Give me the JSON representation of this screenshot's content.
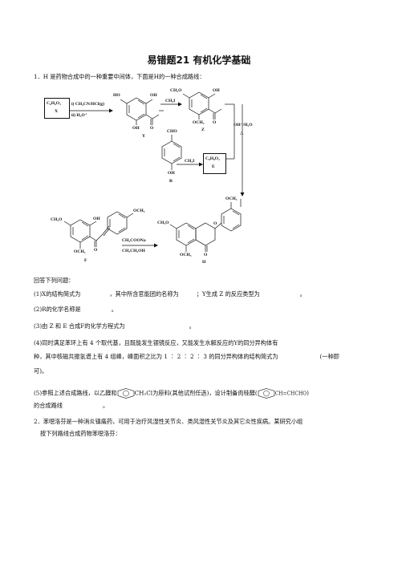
{
  "title": "易错题21  有机化学基础",
  "question1": {
    "intro": "1．H 是药物合成中的一种重要中间体，下面是H的一种合成路线：",
    "compound_X": {
      "formula": "C₆H₆O₃",
      "label": "X"
    },
    "step1_reagents": {
      "line1": "i) CH₃CN/HCl(g)",
      "line2": "ii) H₃O⁺"
    },
    "compound_Y": {
      "label": "Y",
      "groups": [
        "HO",
        "OH",
        "OH",
        "O"
      ]
    },
    "step2_reagent": "CH₃I",
    "compound_Z": {
      "label": "Z",
      "groups": [
        "CH₃O",
        "OH",
        "OCH₃",
        "O"
      ]
    },
    "step3_reagents": {
      "line1": "OH⁻/H₂O",
      "line2": "△"
    },
    "compound_R": {
      "label": "R",
      "groups": [
        "CHO",
        "OH"
      ]
    },
    "step4_reagent": "CH₃I",
    "compound_E": {
      "formula": "C₈H₈O₂",
      "label": "E"
    },
    "compound_F": {
      "label": "F",
      "groups": [
        "CH₃O",
        "OH",
        "OCH₃",
        "O",
        "OCH₃"
      ]
    },
    "step5_reagents": {
      "line1": "CH₃COONa",
      "line2": "CH₃CH₂OH"
    },
    "compound_H": {
      "label": "H",
      "groups": [
        "CH₃O",
        "O",
        "OCH₃",
        "O",
        "OCH₃"
      ]
    },
    "prompt": "回答下列问题：",
    "q1": {
      "a": "(1)X的结构简式为",
      "b": "，其中所含官能团的名称为",
      "c": "；Y生成 Z 的反应类型为",
      "d": "。"
    },
    "q2": {
      "a": "(2)R的化学名称是",
      "b": "。"
    },
    "q3": {
      "a": "(3)由 Z 和 E 合成F的化学方程式为",
      "b": "。"
    },
    "q4": {
      "line1": "(4)同时满足苯环上有 4 个取代基，且既能发生银镜反应，又能发生水解反应的Y的同分异构体有",
      "line2a": "种，其中核磁共振氢谱上有 4 组峰，峰面积之比为 1 ∶ 2 ∶ 2 ∶ 3 的同分异构体的结构简式为",
      "line2b": "(一种即",
      "line3": "可)。"
    },
    "q5": {
      "a": "(5)参照上述合成路线，以乙醛和",
      "reagent": "CH₂Cl",
      "b": "为原料(其他试剂任选)，设计制备肉桂醛(",
      "product": "CH=CHCHO",
      "c": ")",
      "line2a": "的合成路线",
      "line2b": "。"
    }
  },
  "question2": {
    "line1": "2．苯噁洛芬是一种消炎镇痛药，可用于治疗风湿性关节炎、类风湿性关节炎及其它炎性疾病。某研究小组",
    "line2": "按下列路线合成药物苯噁洛芬："
  }
}
